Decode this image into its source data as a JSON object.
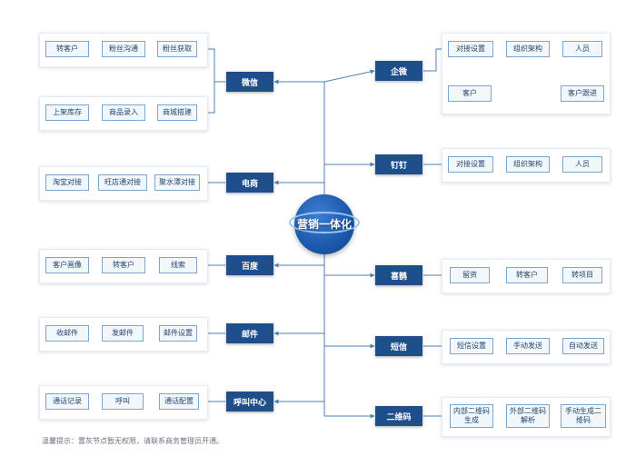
{
  "center": {
    "label": "营销一体化"
  },
  "left": {
    "wechat": {
      "label": "微信",
      "row1": [
        "转客户",
        "粉丝沟通",
        "粉丝获取"
      ],
      "row2": [
        "上架库存",
        "商品录入",
        "商城搭建"
      ]
    },
    "ecommerce": {
      "label": "电商",
      "items": [
        "淘宝对接",
        "旺店通对接",
        "聚水潭对接"
      ]
    },
    "baidu": {
      "label": "百度",
      "items": [
        "客户画像",
        "转客户",
        "线索"
      ]
    },
    "mail": {
      "label": "邮件",
      "items": [
        "收邮件",
        "发邮件",
        "邮件设置"
      ]
    },
    "callcenter": {
      "label": "呼叫中心",
      "items": [
        "通话记录",
        "呼叫",
        "通话配置"
      ]
    }
  },
  "right": {
    "wecom": {
      "label": "企微",
      "row1": [
        "对接设置",
        "组织架构",
        "人员"
      ],
      "row2": [
        "客户",
        "客户跟进"
      ]
    },
    "dingtalk": {
      "label": "钉钉",
      "items": [
        "对接设置",
        "组织架构",
        "人员"
      ]
    },
    "xiquan": {
      "label": "喜鹊",
      "items": [
        "留资",
        "转客户",
        "转项目"
      ]
    },
    "sms": {
      "label": "短信",
      "items": [
        "短信设置",
        "手动发送",
        "自动发送"
      ]
    },
    "qrcode": {
      "label": "二维码",
      "items": [
        "内部二维码\n生成",
        "外部二维码\n解析",
        "手动生成二\n维码"
      ]
    }
  },
  "footnote": "温馨提示：置灰节点暂无权限，请联系商务管理员开通。",
  "colors": {
    "category": "#1f4e8c",
    "node_border": "#7ea6cc",
    "node_fill": "#f2f7fc",
    "connector": "#4a7fb5"
  }
}
